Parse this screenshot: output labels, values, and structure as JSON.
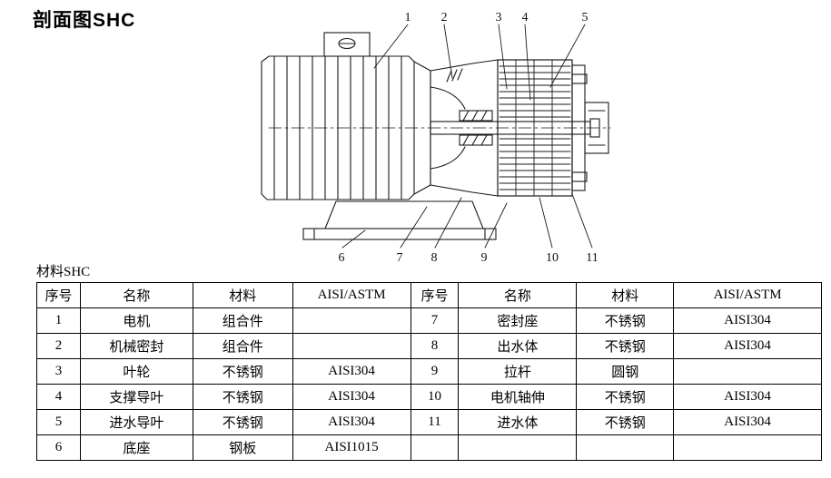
{
  "page": {
    "title": "剖面图SHC",
    "table_label": "材料SHC"
  },
  "callouts": {
    "labels": [
      "1",
      "2",
      "3",
      "4",
      "5",
      "6",
      "7",
      "8",
      "9",
      "10",
      "11"
    ]
  },
  "table": {
    "headers": [
      "序号",
      "名称",
      "材料",
      "AISI/ASTM",
      "序号",
      "名称",
      "材料",
      "AISI/ASTM"
    ],
    "rows": [
      [
        "1",
        "电机",
        "组合件",
        "",
        "7",
        "密封座",
        "不锈钢",
        "AISI304"
      ],
      [
        "2",
        "机械密封",
        "组合件",
        "",
        "8",
        "出水体",
        "不锈钢",
        "AISI304"
      ],
      [
        "3",
        "叶轮",
        "不锈钢",
        "AISI304",
        "9",
        "拉杆",
        "圆钢",
        ""
      ],
      [
        "4",
        "支撑导叶",
        "不锈钢",
        "AISI304",
        "10",
        "电机轴伸",
        "不锈钢",
        "AISI304"
      ],
      [
        "5",
        "进水导叶",
        "不锈钢",
        "AISI304",
        "11",
        "进水体",
        "不锈钢",
        "AISI304"
      ],
      [
        "6",
        "底座",
        "钢板",
        "AISI1015",
        "",
        "",
        "",
        ""
      ]
    ]
  }
}
